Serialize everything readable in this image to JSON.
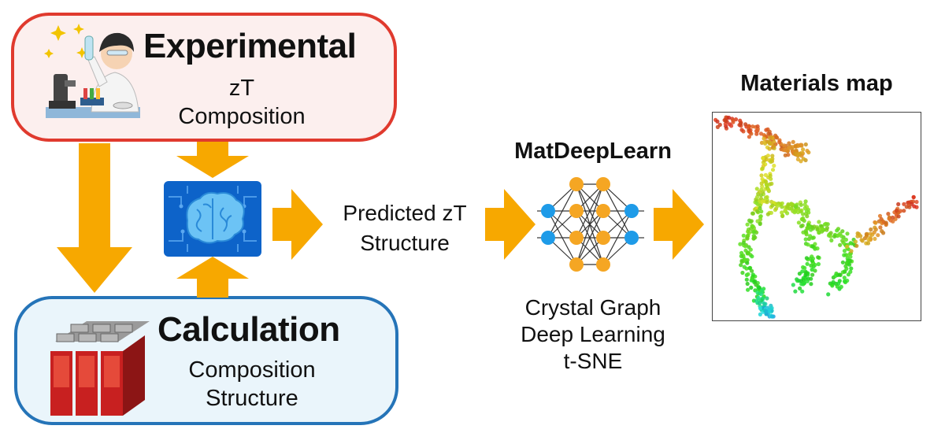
{
  "experimental": {
    "title": "Experimental",
    "lines": [
      "zT",
      "Composition"
    ]
  },
  "calculation": {
    "title": "Calculation",
    "lines": [
      "Composition",
      "Structure"
    ]
  },
  "predicted": {
    "lines": [
      "Predicted zT",
      "Structure"
    ]
  },
  "matdeeplearn": {
    "title": "MatDeepLearn",
    "methods": [
      "Crystal Graph",
      "Deep Learning",
      "t-SNE"
    ]
  },
  "materials_map": {
    "title": "Materials map"
  },
  "colors": {
    "experimental_border": "#e03a2e",
    "experimental_fill": "#fcefee",
    "calculation_border": "#2574b8",
    "calculation_fill": "#eaf5fb",
    "arrow": "#f7a800",
    "neural_input": "#1e9be8",
    "neural_hidden": "#f5a623",
    "brain_panel": "#0d63c9"
  },
  "icons": [
    "scientist-icon",
    "supercomputer-icon",
    "ai-brain-icon",
    "neural-network-icon"
  ]
}
